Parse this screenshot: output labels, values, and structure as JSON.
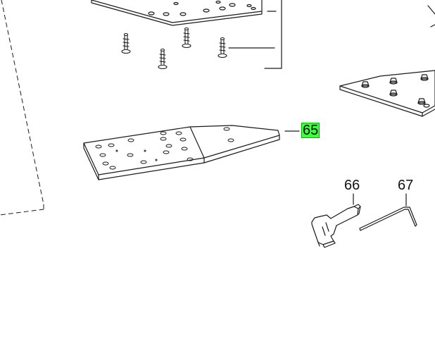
{
  "callouts": {
    "c65": {
      "text": "65",
      "highlighted": true
    },
    "c66": {
      "text": "66",
      "highlighted": false
    },
    "c67": {
      "text": "67",
      "highlighted": false
    }
  },
  "colors": {
    "line": "#1a1a1a",
    "highlight": "#3fff3f",
    "highlight_border": "#00b000"
  }
}
